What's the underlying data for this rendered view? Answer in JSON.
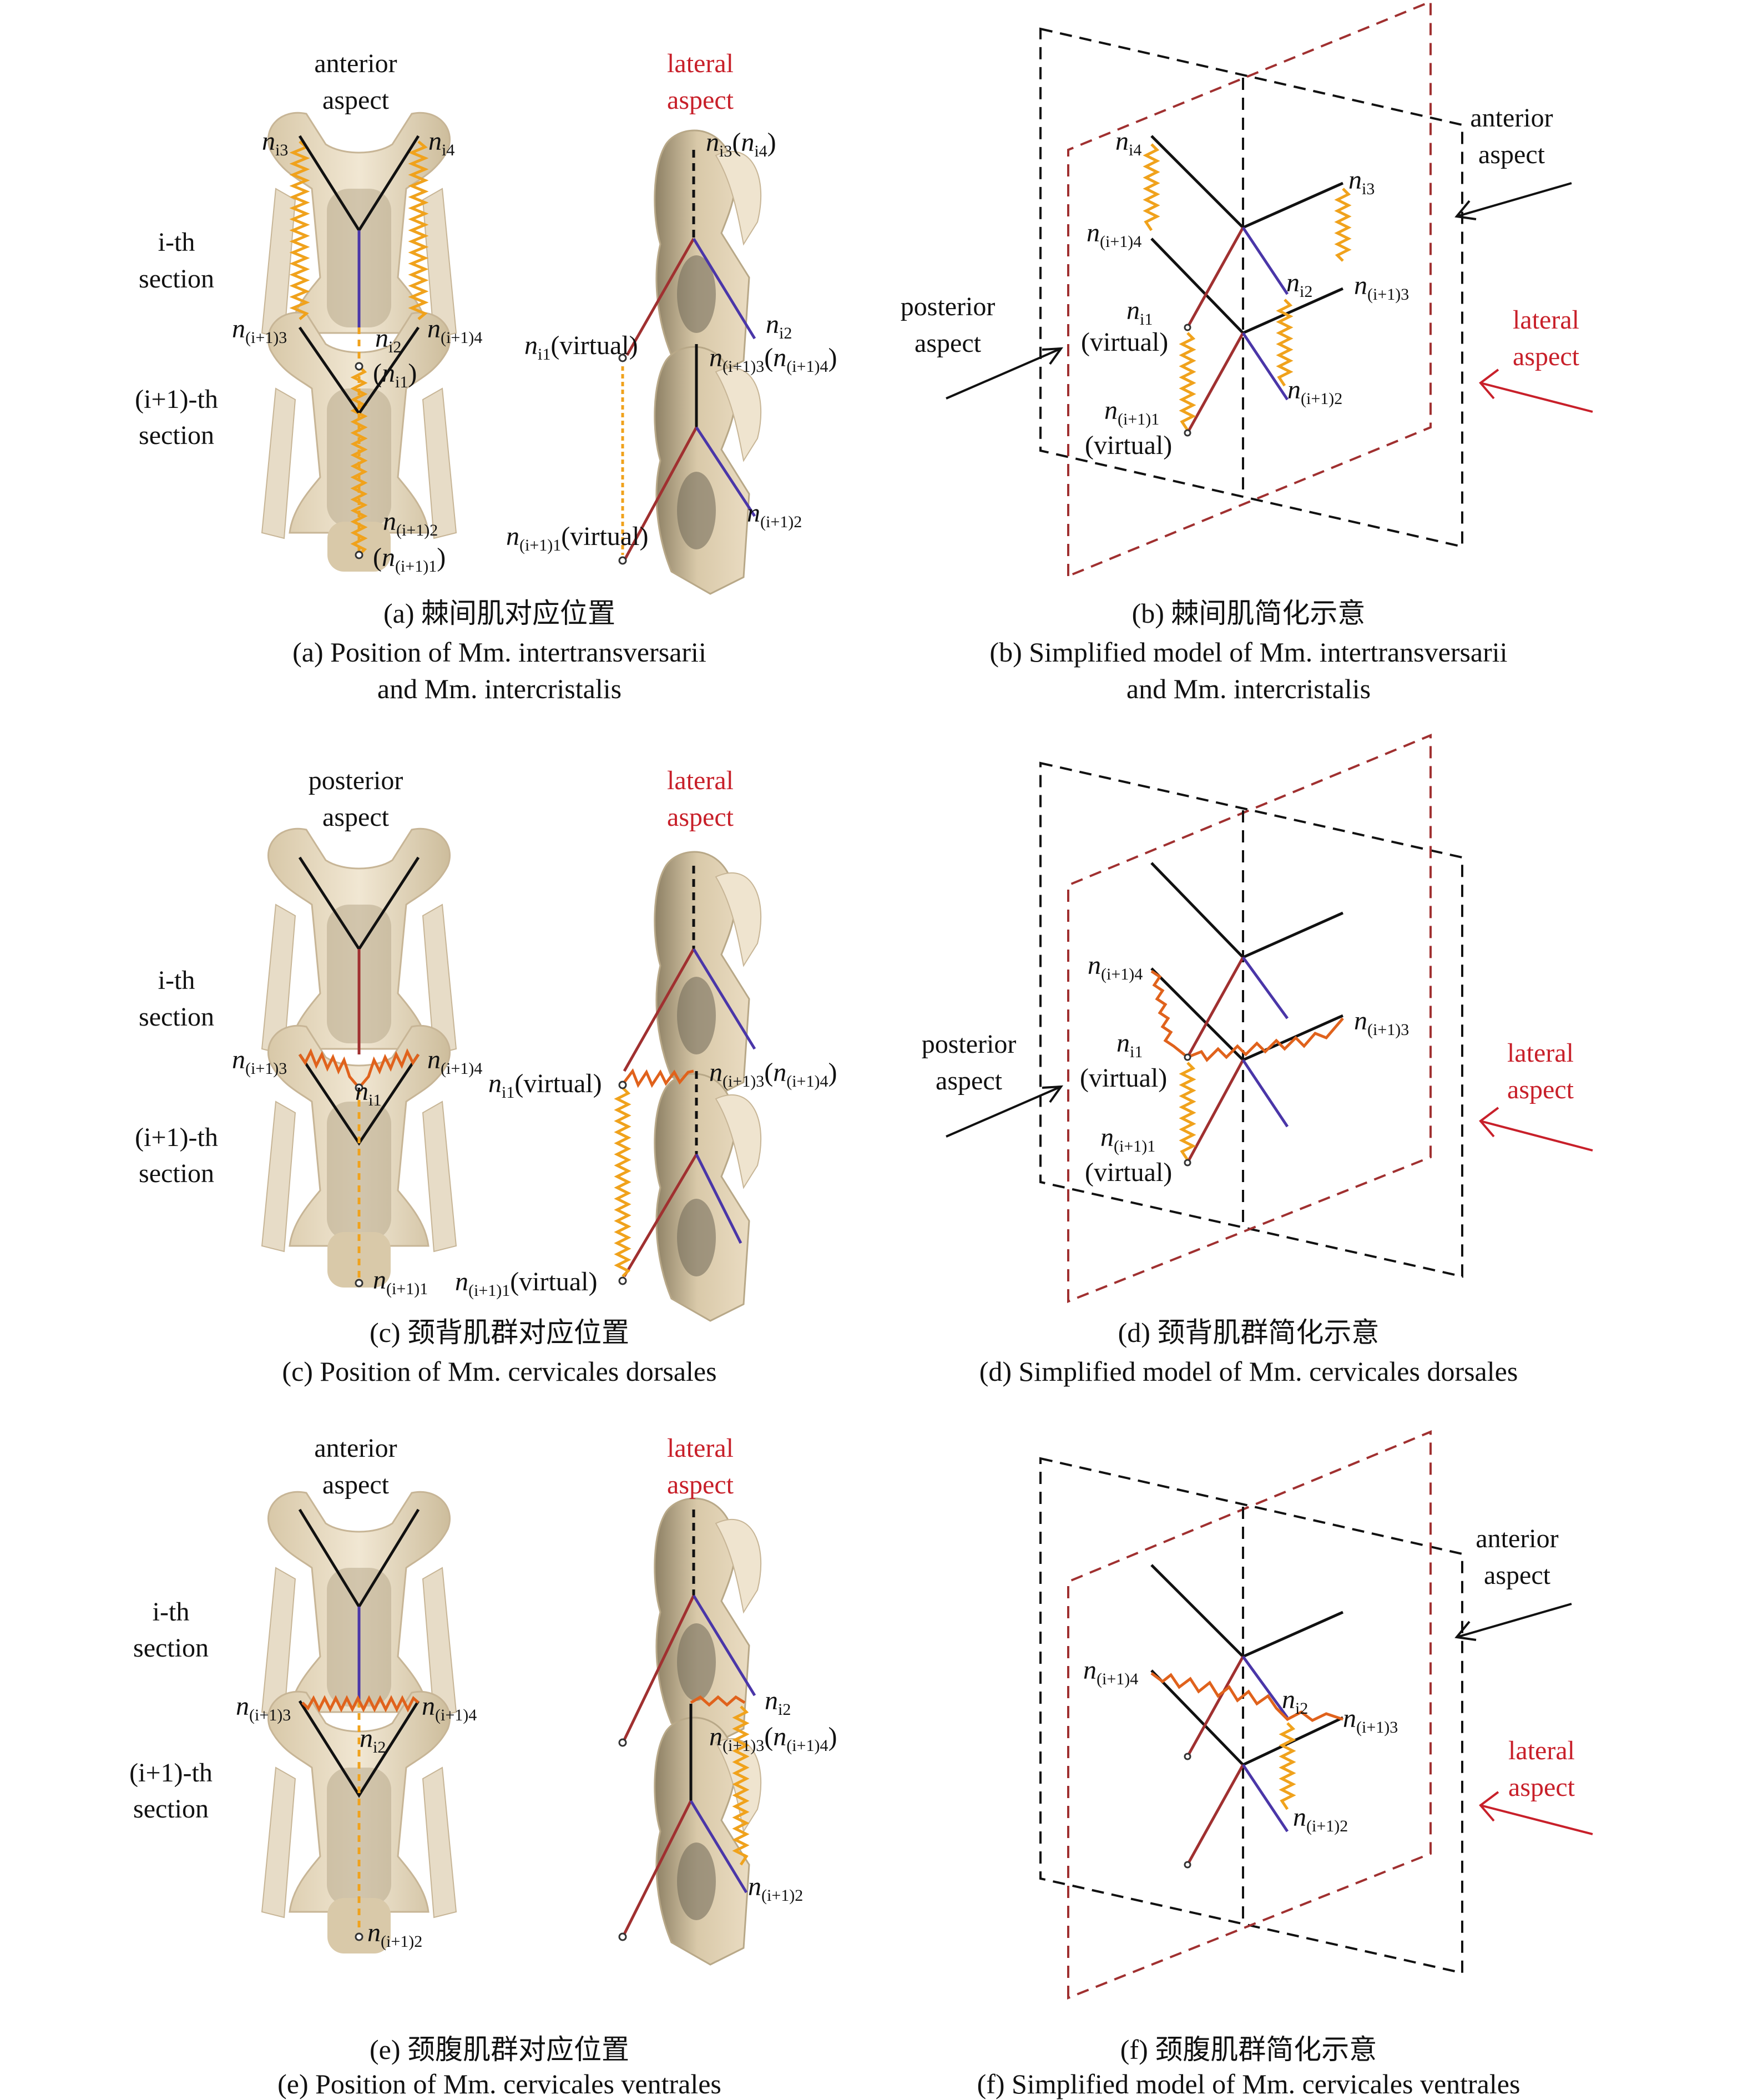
{
  "panels": {
    "a": {
      "view1": [
        "anterior",
        "aspect"
      ],
      "view2": [
        "lateral",
        "aspect"
      ],
      "section1": [
        "i-th",
        "section"
      ],
      "section2": [
        "(i+1)-th",
        "section"
      ],
      "caption_cn": "(a) 棘间肌对应位置",
      "caption_en": [
        "(a) Position of Mm. intertransversarii",
        "and Mm. intercristalis"
      ]
    },
    "b": {
      "anterior": [
        "anterior",
        "aspect"
      ],
      "posterior": [
        "posterior",
        "aspect"
      ],
      "lateral": [
        "lateral",
        "aspect"
      ],
      "caption_cn": "(b) 棘间肌简化示意",
      "caption_en": [
        "(b) Simplified model of Mm. intertransversarii",
        "and Mm. intercristalis"
      ]
    },
    "c": {
      "view1": [
        "posterior",
        "aspect"
      ],
      "view2": [
        "lateral",
        "aspect"
      ],
      "section1": [
        "i-th",
        "section"
      ],
      "section2": [
        "(i+1)-th",
        "section"
      ],
      "caption_cn": "(c) 颈背肌群对应位置",
      "caption_en": [
        "(c) Position of Mm. cervicales dorsales"
      ]
    },
    "d": {
      "posterior": [
        "posterior",
        "aspect"
      ],
      "lateral": [
        "lateral",
        "aspect"
      ],
      "caption_cn": "(d) 颈背肌群简化示意",
      "caption_en": [
        "(d) Simplified model of Mm. cervicales dorsales"
      ]
    },
    "e": {
      "view1": [
        "anterior",
        "aspect"
      ],
      "view2": [
        "lateral",
        "aspect"
      ],
      "section1": [
        "i-th",
        "section"
      ],
      "section2": [
        "(i+1)-th",
        "section"
      ],
      "caption_cn": "(e) 颈腹肌群对应位置",
      "caption_en": [
        "(e) Position of Mm. cervicales ventrales"
      ]
    },
    "f": {
      "anterior": [
        "anterior",
        "aspect"
      ],
      "lateral": [
        "lateral",
        "aspect"
      ],
      "caption_cn": "(f) 颈腹肌群简化示意",
      "caption_en": [
        "(f) Simplified model of Mm. cervicales ventrales"
      ]
    }
  },
  "node_symbol": "n",
  "subscripts": {
    "i1": "i1",
    "i2": "i2",
    "i3": "i3",
    "i4": "i4",
    "n11": "(i+1)1",
    "n12": "(i+1)2",
    "n13": "(i+1)3",
    "n14": "(i+1)4"
  },
  "suffix": {
    "virtual": "(virtual)",
    "open": "(",
    "close": ")"
  },
  "colors": {
    "bone": "#e5d6bd",
    "bone_shade": "#b0a488",
    "spring": "#f0a21c",
    "spring_dark": "#e0621c",
    "black": "#111111",
    "red_line": "#a03030",
    "blue_line": "#4a36a8",
    "lateral_red": "#c8202a"
  }
}
